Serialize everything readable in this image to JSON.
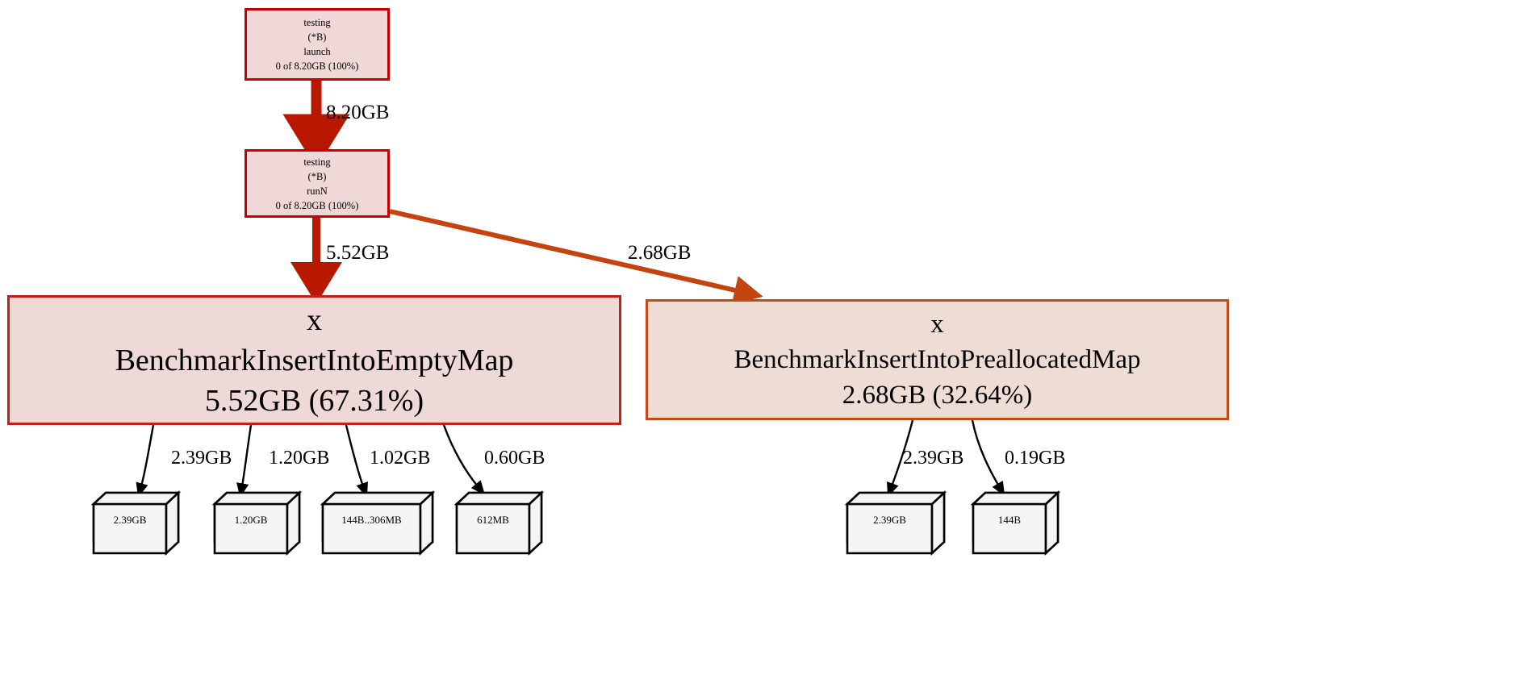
{
  "graph": {
    "type": "call-graph",
    "title": "pprof memory allocation call graph",
    "colors": {
      "hot_border": "#c40000",
      "hot_fill": "#f0d8d8",
      "big_left_border": "#c02018",
      "big_left_fill": "#efd9d6",
      "big_right_border": "#c04a18",
      "big_right_fill": "#eeddd5",
      "hot_edge": "#b81800",
      "warm_edge": "#c44410",
      "thin_edge": "#000000",
      "leaf_fill": "#f5f5f5",
      "leaf_border": "#000000"
    },
    "nodes": [
      {
        "id": "launch",
        "kind": "frame",
        "lines": [
          "testing",
          "(*B)",
          "launch",
          "0 of 8.20GB (100%)"
        ],
        "package": "testing",
        "receiver": "(*B)",
        "function": "launch",
        "stat": "0 of 8.20GB (100%)",
        "flat": "0",
        "cum": "8.20GB",
        "cum_pct": "100%"
      },
      {
        "id": "runN",
        "kind": "frame",
        "lines": [
          "testing",
          "(*B)",
          "runN",
          "0 of 8.20GB (100%)"
        ],
        "package": "testing",
        "receiver": "(*B)",
        "function": "runN",
        "stat": "0 of 8.20GB (100%)",
        "flat": "0",
        "cum": "8.20GB",
        "cum_pct": "100%"
      },
      {
        "id": "empty",
        "kind": "benchmark",
        "lines": [
          "x",
          "BenchmarkInsertIntoEmptyMap",
          "5.52GB (67.31%)"
        ],
        "package": "x",
        "function": "BenchmarkInsertIntoEmptyMap",
        "stat": "5.52GB (67.31%)",
        "cum": "5.52GB",
        "cum_pct": "67.31%"
      },
      {
        "id": "prealloc",
        "kind": "benchmark",
        "lines": [
          "x",
          "BenchmarkInsertIntoPreallocatedMap",
          "2.68GB (32.64%)"
        ],
        "package": "x",
        "function": "BenchmarkInsertIntoPreallocatedMap",
        "stat": "2.68GB (32.64%)",
        "cum": "2.68GB",
        "cum_pct": "32.64%"
      }
    ],
    "leaves_left": [
      {
        "id": "leaf-l1",
        "label": "2.39GB"
      },
      {
        "id": "leaf-l2",
        "label": "1.20GB"
      },
      {
        "id": "leaf-l3",
        "label": "144B..306MB"
      },
      {
        "id": "leaf-l4",
        "label": "612MB"
      }
    ],
    "leaves_right": [
      {
        "id": "leaf-r1",
        "label": "2.39GB"
      },
      {
        "id": "leaf-r2",
        "label": "144B"
      }
    ],
    "edges": [
      {
        "id": "e1",
        "from": "launch",
        "to": "runN",
        "label": "8.20GB",
        "weight": "heavy"
      },
      {
        "id": "e2",
        "from": "runN",
        "to": "empty",
        "label": "5.52GB",
        "weight": "heavy"
      },
      {
        "id": "e3",
        "from": "runN",
        "to": "prealloc",
        "label": "2.68GB",
        "weight": "medium"
      },
      {
        "id": "e4",
        "from": "empty",
        "to": "leaf-l1",
        "label": "2.39GB",
        "weight": "thin"
      },
      {
        "id": "e5",
        "from": "empty",
        "to": "leaf-l2",
        "label": "1.20GB",
        "weight": "thin"
      },
      {
        "id": "e6",
        "from": "empty",
        "to": "leaf-l3",
        "label": "1.02GB",
        "weight": "thin"
      },
      {
        "id": "e7",
        "from": "empty",
        "to": "leaf-l4",
        "label": "0.60GB",
        "weight": "thin"
      },
      {
        "id": "e8",
        "from": "prealloc",
        "to": "leaf-r1",
        "label": "2.39GB",
        "weight": "thin"
      },
      {
        "id": "e9",
        "from": "prealloc",
        "to": "leaf-r2",
        "label": "0.19GB",
        "weight": "thin"
      }
    ]
  }
}
